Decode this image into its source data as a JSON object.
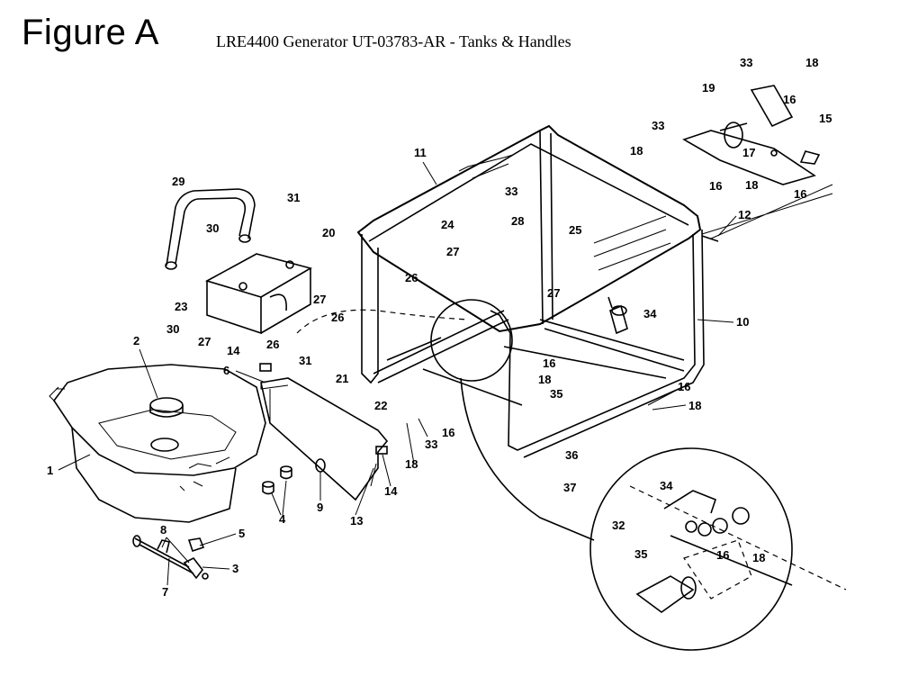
{
  "figure_label": "Figure A",
  "subtitle": "LRE4400 Generator UT-03783-AR - Tanks & Handles",
  "callouts": [
    "1",
    "2",
    "3",
    "4",
    "5",
    "6",
    "7",
    "8",
    "9",
    "10",
    "11",
    "12",
    "13",
    "14",
    "14",
    "15",
    "16",
    "16",
    "16",
    "16",
    "16",
    "16",
    "17",
    "18",
    "18",
    "18",
    "18",
    "18",
    "18",
    "19",
    "20",
    "21",
    "22",
    "23",
    "24",
    "25",
    "26",
    "26",
    "26",
    "27",
    "27",
    "27",
    "27",
    "28",
    "29",
    "30",
    "30",
    "31",
    "31",
    "32",
    "33",
    "33",
    "33",
    "33",
    "34",
    "34",
    "35",
    "35",
    "36",
    "37"
  ]
}
